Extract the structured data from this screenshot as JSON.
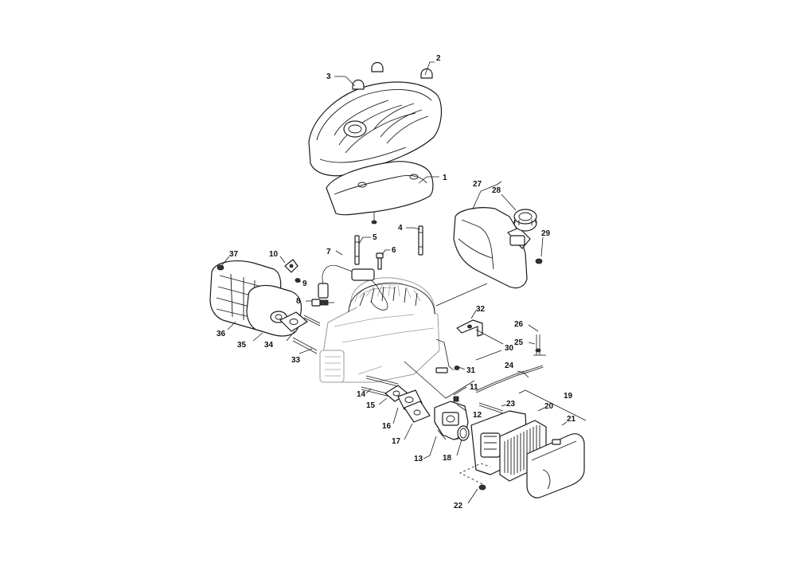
{
  "callouts": [
    {
      "id": "c1",
      "label": "1"
    },
    {
      "id": "c2",
      "label": "2"
    },
    {
      "id": "c3",
      "label": "3"
    },
    {
      "id": "c4",
      "label": "4"
    },
    {
      "id": "c5",
      "label": "5"
    },
    {
      "id": "c6",
      "label": "6"
    },
    {
      "id": "c7",
      "label": "7"
    },
    {
      "id": "c8",
      "label": "8"
    },
    {
      "id": "c9",
      "label": "9"
    },
    {
      "id": "c10",
      "label": "10"
    },
    {
      "id": "c11",
      "label": "11"
    },
    {
      "id": "c12",
      "label": "12"
    },
    {
      "id": "c13",
      "label": "13"
    },
    {
      "id": "c14",
      "label": "14"
    },
    {
      "id": "c15",
      "label": "15"
    },
    {
      "id": "c16",
      "label": "16"
    },
    {
      "id": "c17",
      "label": "17"
    },
    {
      "id": "c18",
      "label": "18"
    },
    {
      "id": "c19",
      "label": "19"
    },
    {
      "id": "c20",
      "label": "20"
    },
    {
      "id": "c21",
      "label": "21"
    },
    {
      "id": "c22",
      "label": "22"
    },
    {
      "id": "c23",
      "label": "23"
    },
    {
      "id": "c24",
      "label": "24"
    },
    {
      "id": "c25",
      "label": "25"
    },
    {
      "id": "c26",
      "label": "26"
    },
    {
      "id": "c27",
      "label": "27"
    },
    {
      "id": "c28",
      "label": "28"
    },
    {
      "id": "c29",
      "label": "29"
    },
    {
      "id": "c30",
      "label": "30"
    },
    {
      "id": "c31",
      "label": "31"
    },
    {
      "id": "c32",
      "label": "32"
    },
    {
      "id": "c33",
      "label": "33"
    },
    {
      "id": "c34",
      "label": "34"
    },
    {
      "id": "c35",
      "label": "35"
    },
    {
      "id": "c36",
      "label": "36"
    },
    {
      "id": "c37",
      "label": "37"
    }
  ]
}
